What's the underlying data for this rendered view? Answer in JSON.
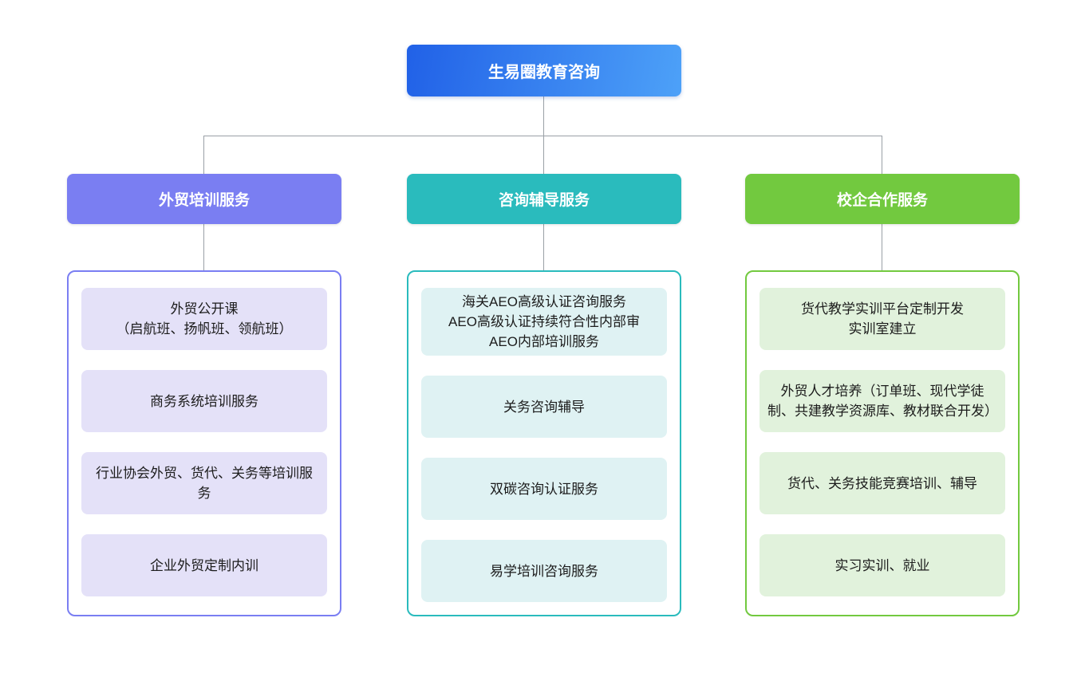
{
  "root": {
    "label": "生易圈教育咨询"
  },
  "branches": [
    {
      "label": "外贸培训服务",
      "accent": "#7a7ef2",
      "item_bg": "#e4e1f8",
      "items": [
        "外贸公开课\n（启航班、扬帆班、领航班）",
        "商务系统培训服务",
        "行业协会外贸、货代、关务等培训服务",
        "企业外贸定制内训"
      ]
    },
    {
      "label": "咨询辅导服务",
      "accent": "#2abbbd",
      "item_bg": "#dff2f3",
      "items": [
        "海关AEO高级认证咨询服务\nAEO高级认证持续符合性内部审\nAEO内部培训服务",
        "关务咨询辅导",
        "双碳咨询认证服务",
        "易学培训咨询服务"
      ]
    },
    {
      "label": "校企合作服务",
      "accent": "#72c93f",
      "item_bg": "#e1f2dc",
      "items": [
        "货代教学实训平台定制开发\n实训室建立",
        "外贸人才培养（订单班、现代学徒制、共建教学资源库、教材联合开发）",
        "货代、关务技能竞赛培训、辅导",
        "实习实训、就业"
      ]
    }
  ],
  "colors": {
    "root_gradient_start": "#2161e7",
    "root_gradient_end": "#4da1f8",
    "branch_accents": [
      "#7a7ef2",
      "#2abbbd",
      "#72c93f"
    ],
    "item_backgrounds": [
      "#e4e1f8",
      "#dff2f3",
      "#e1f2dc"
    ],
    "connector": "#9aa0a6",
    "background": "#ffffff",
    "item_text": "#1c1c1c"
  }
}
